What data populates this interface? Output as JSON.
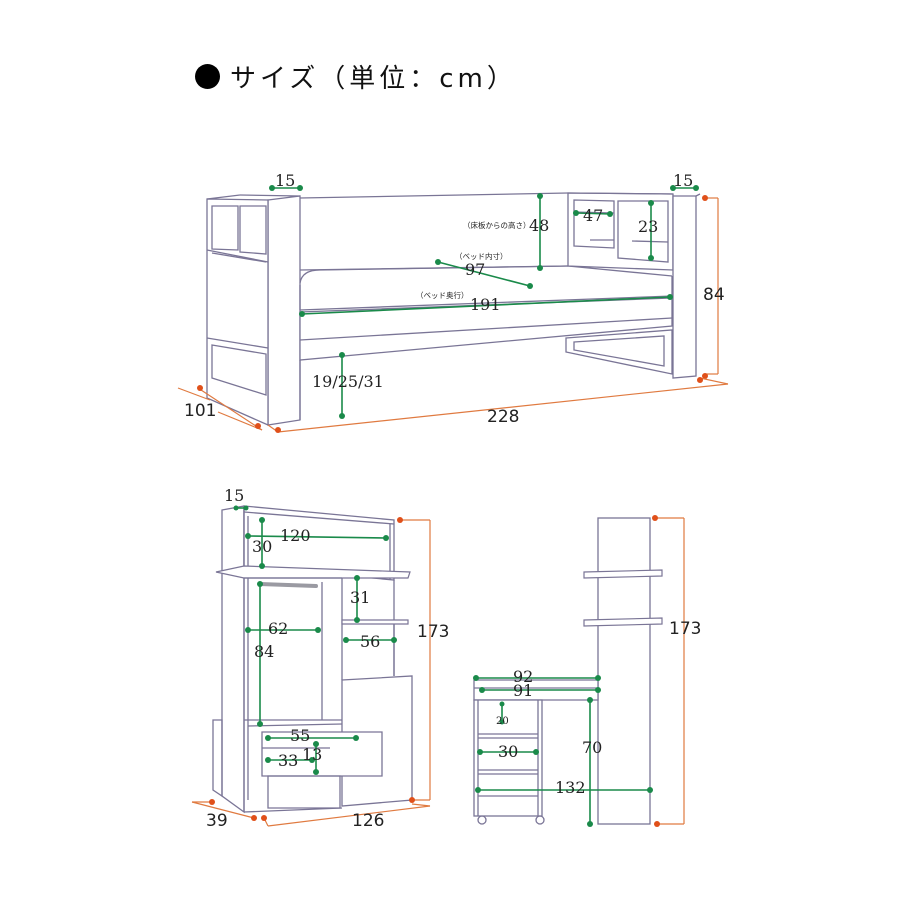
{
  "title": {
    "text": "サイズ（単位：cm）"
  },
  "bed": {
    "labels": {
      "side_w_left": "15",
      "side_w_right": "15",
      "depth": "101",
      "length": "228",
      "height": "84",
      "floor_height": "19/25/31",
      "bed_inner_width": "97",
      "bed_inner_length": "191",
      "shelf_height_from_board": "48",
      "shelf_w": "47",
      "shelf_h": "23"
    },
    "notes": {
      "inner_width_note": "（ベッド内寸）",
      "inner_length_note": "（ベッド奥行）",
      "height_note": "（床板からの高さ）"
    }
  },
  "wardrobe": {
    "labels": {
      "panel_w": "15",
      "top_width": "120",
      "top_h": "30",
      "right_shelf_h": "31",
      "hanging_w": "62",
      "right_shelf_w": "56",
      "hanging_h": "84",
      "drawer_w": "55",
      "drawer_h": "13",
      "drawer_inner": "33",
      "depth": "39",
      "width": "126",
      "height": "173"
    }
  },
  "desk": {
    "labels": {
      "width_outer": "92",
      "width_inner": "91",
      "drawer_h": "20",
      "shelf_w": "30",
      "desk_h": "70",
      "length": "132",
      "height": "173"
    }
  }
}
